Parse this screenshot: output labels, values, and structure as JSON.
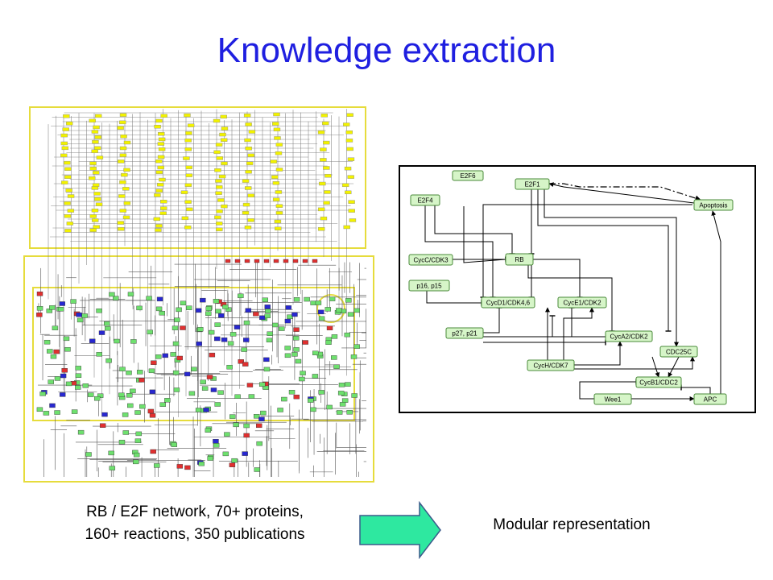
{
  "title": "Knowledge extraction",
  "caption_left": {
    "line1": "RB / E2F network, 70+ proteins,",
    "line2": "160+ reactions, 350 publications"
  },
  "caption_right": "Modular representation",
  "arrow_icon": "right-arrow-icon",
  "colors": {
    "title": "#1f1fe0",
    "arrow_fill": "#2ee8a0",
    "module_fill": "#d6f5c8",
    "module_stroke": "#4a8a3a",
    "big_map_frame": "#e6dc3c",
    "big_map_node_green": "#6ee06e",
    "big_map_node_yellow": "#f2f200",
    "big_map_node_red": "#e03030",
    "big_map_node_blue": "#2828d0"
  },
  "modules": [
    {
      "id": "e2f6",
      "label": "E2F6"
    },
    {
      "id": "e2f1",
      "label": "E2F1"
    },
    {
      "id": "e2f4",
      "label": "E2F4"
    },
    {
      "id": "apoptosis",
      "label": "Apoptosis"
    },
    {
      "id": "cycc",
      "label": "CycC/CDK3"
    },
    {
      "id": "rb",
      "label": "RB"
    },
    {
      "id": "p16",
      "label": "p16, p15"
    },
    {
      "id": "cycd1",
      "label": "CycD1/CDK4,6"
    },
    {
      "id": "cyce1",
      "label": "CycE1/CDK2"
    },
    {
      "id": "p27",
      "label": "p27, p21"
    },
    {
      "id": "cyca2",
      "label": "CycA2/CDK2"
    },
    {
      "id": "cdc25c",
      "label": "CDC25C"
    },
    {
      "id": "cych",
      "label": "CycH/CDK7"
    },
    {
      "id": "cycb1",
      "label": "CycB1/CDC2"
    },
    {
      "id": "wee1",
      "label": "Wee1"
    },
    {
      "id": "apc",
      "label": "APC"
    }
  ]
}
